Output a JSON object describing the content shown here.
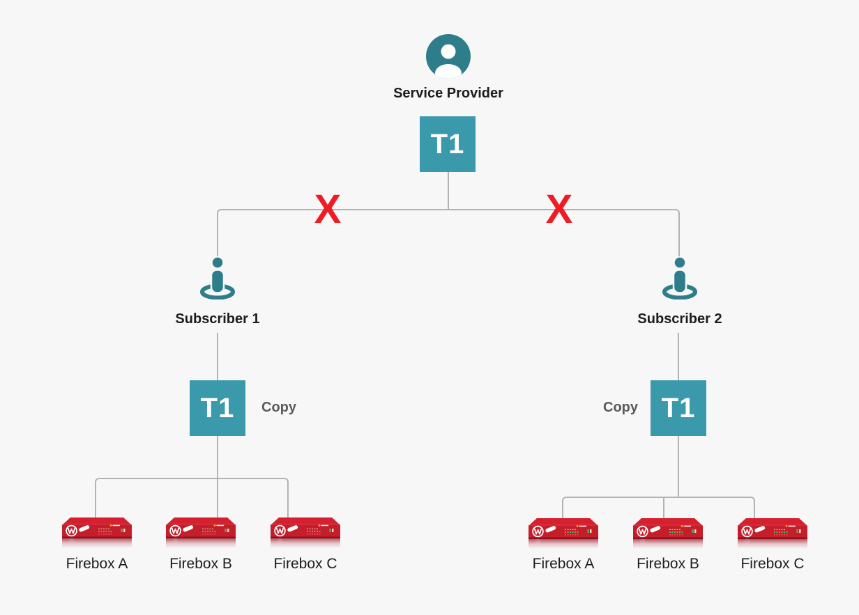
{
  "diagram": {
    "colors": {
      "background": "#f7f7f8",
      "t1_box_teal": "#3a9aab",
      "icon_teal": "#2e7d8a",
      "connector_line": "#b3b3b3",
      "x_mark_red": "#ee1c25",
      "firebox_red": "#c41e2b",
      "label_dark": "#1c1c1c",
      "copy_gray": "#5a5a5a"
    },
    "service_provider": {
      "label": "Service Provider",
      "icon": "user-circle-icon"
    },
    "t1_main_label": "T1",
    "x_marks": [
      "X",
      "X"
    ],
    "subscribers": [
      {
        "label": "Subscriber 1",
        "icon": "person-marker-icon",
        "t1_label": "T1",
        "copy_label": "Copy",
        "copy_side": "right",
        "fireboxes": [
          "Firebox A",
          "Firebox B",
          "Firebox C"
        ]
      },
      {
        "label": "Subscriber 2",
        "icon": "person-marker-icon",
        "t1_label": "T1",
        "copy_label": "Copy",
        "copy_side": "left",
        "fireboxes": [
          "Firebox A",
          "Firebox B",
          "Firebox C"
        ]
      }
    ]
  }
}
